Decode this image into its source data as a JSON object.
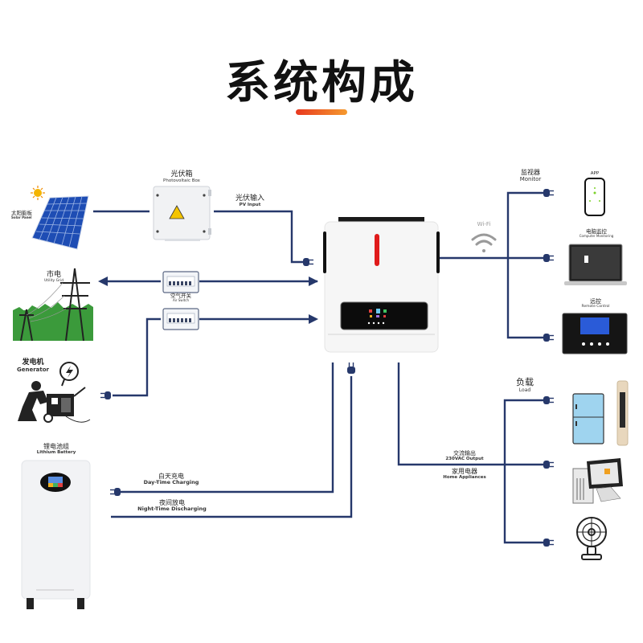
{
  "title": "系统构成",
  "colors": {
    "wire": "#26386b",
    "accent_start": "#e8381f",
    "accent_end": "#f59a2e",
    "grass": "#3b9a3b",
    "panel_blue": "#2050b8",
    "indicator_red": "#e01b1b"
  },
  "left": {
    "solar_panel": {
      "cn": "太阳能板",
      "en": "Solar Panel"
    },
    "pv_box": {
      "cn": "光伏箱",
      "en": "Photovoltaic Box"
    },
    "pv_input": {
      "cn": "光伏输入",
      "en": "PV Input"
    },
    "utility_grid": {
      "cn": "市电",
      "en": "Utility Grid"
    },
    "air_switch": {
      "cn": "空气开关",
      "en": "Air Switch"
    },
    "generator": {
      "cn": "发电机",
      "en": "Generator"
    },
    "battery": {
      "cn": "锂电池组",
      "en": "Lithium Battery"
    },
    "day_charging": {
      "cn": "白天充电",
      "en": "Day-Time Charging"
    },
    "night_discharging": {
      "cn": "夜间放电",
      "en": "Night-Time Discharging"
    }
  },
  "right": {
    "wifi": {
      "label": "Wi-Fi"
    },
    "monitor": {
      "cn": "监视器",
      "en": "Monitor"
    },
    "app": {
      "label": "APP"
    },
    "computer_monitoring": {
      "cn": "电脑监控",
      "en": "Computer Monitoring"
    },
    "remote_control": {
      "cn": "远控",
      "en": "Remote Control"
    },
    "load": {
      "cn": "负载",
      "en": "Load"
    },
    "ac_output": {
      "cn": "交流输出",
      "en": "230VAC Output"
    },
    "home_appliances": {
      "cn": "家用电器",
      "en": "Home Appliances"
    }
  }
}
